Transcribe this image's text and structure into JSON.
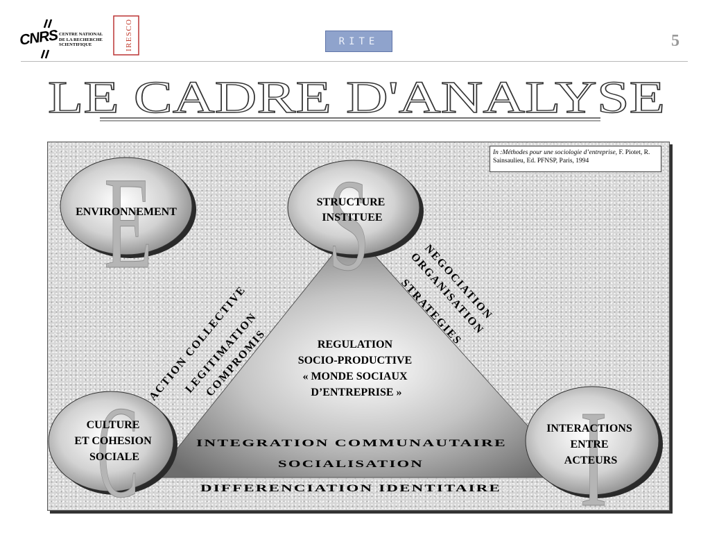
{
  "header": {
    "cnrs_logo_text": "CNRS",
    "cnrs_name_lines": [
      "CENTRE NATIONAL",
      "DE LA RECHERCHE",
      "SCIENTIFIQUE"
    ],
    "iresco_logo_text": "IRESCO",
    "rite_label": "RITE",
    "page_number": "5"
  },
  "title": "LE CADRE D'ANALYSE",
  "citation": {
    "prefix": "In :",
    "work": "Méthodes pour une sociologie d’entreprise,",
    "rest": " F. Piotet, R. Sainsaulieu, Ed. PFNSP, Paris, 1994"
  },
  "nodes": {
    "environnement": {
      "letter": "E",
      "label": "ENVIRONNEMENT"
    },
    "structure": {
      "letter": "S",
      "lines": [
        "STRUCTURE",
        "INSTITUEE"
      ]
    },
    "culture": {
      "letter": "C",
      "lines": [
        "CULTURE",
        "ET COHESION",
        "SOCIALE"
      ]
    },
    "interactions": {
      "letter": "I",
      "lines": [
        "INTERACTIONS",
        "ENTRE",
        "ACTEURS"
      ]
    }
  },
  "center": {
    "lines": [
      "REGULATION",
      "SOCIO-PRODUCTIVE",
      "« MONDE SOCIAUX",
      "D’ENTREPRISE »"
    ]
  },
  "left_side_labels": [
    "ACTION COLLECTIVE",
    "LEGITIMATION",
    "COMPROMIS"
  ],
  "right_side_labels": [
    "NEGOCIATION",
    "ORGANISATION",
    "STRATEGIES"
  ],
  "bottom_labels": [
    "INTEGRATION COMMUNAUTAIRE",
    "SOCIALISATION",
    "DIFFERENCIATION IDENTITAIRE"
  ],
  "colors": {
    "accent_letter": "#b5b5b5",
    "rite_bg": "#8fa3cc",
    "iresco_red": "#c0392b"
  }
}
